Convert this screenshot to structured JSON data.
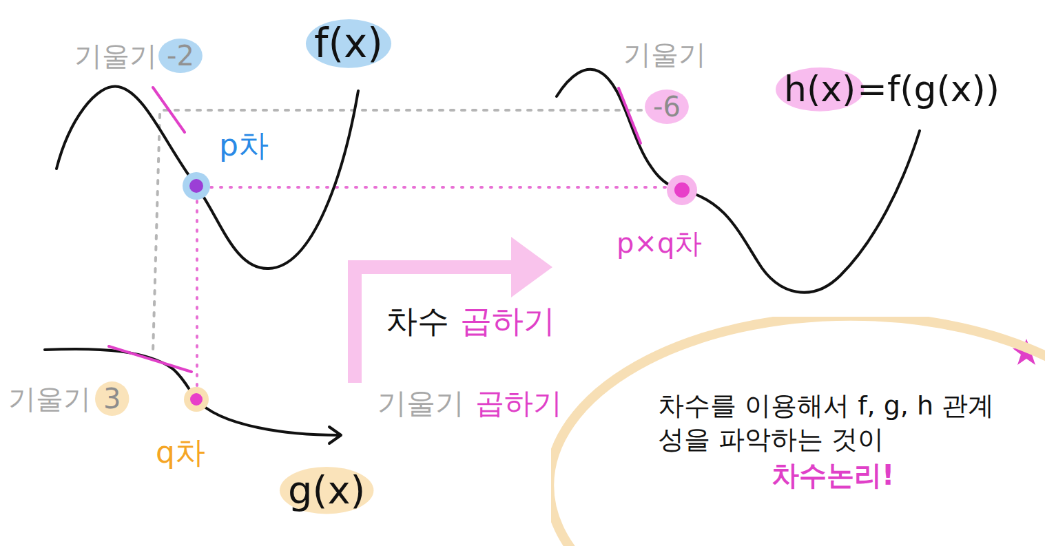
{
  "diagram": {
    "nodes": [
      {
        "text": [
          "차수를 이용해서 f, g, h 관계성을 파악하는 것이",
          "차수논리!"
        ]
      }
    ],
    "labels": [
      "기울기",
      "-2",
      "f(x)",
      "p차",
      "기울기",
      "-6",
      "h(x)",
      "=f(g(x))",
      "p×q차",
      "차수",
      "곱하기",
      "기울기",
      "곱하기",
      "기울기",
      "3",
      "q차",
      "g(x)"
    ]
  }
}
